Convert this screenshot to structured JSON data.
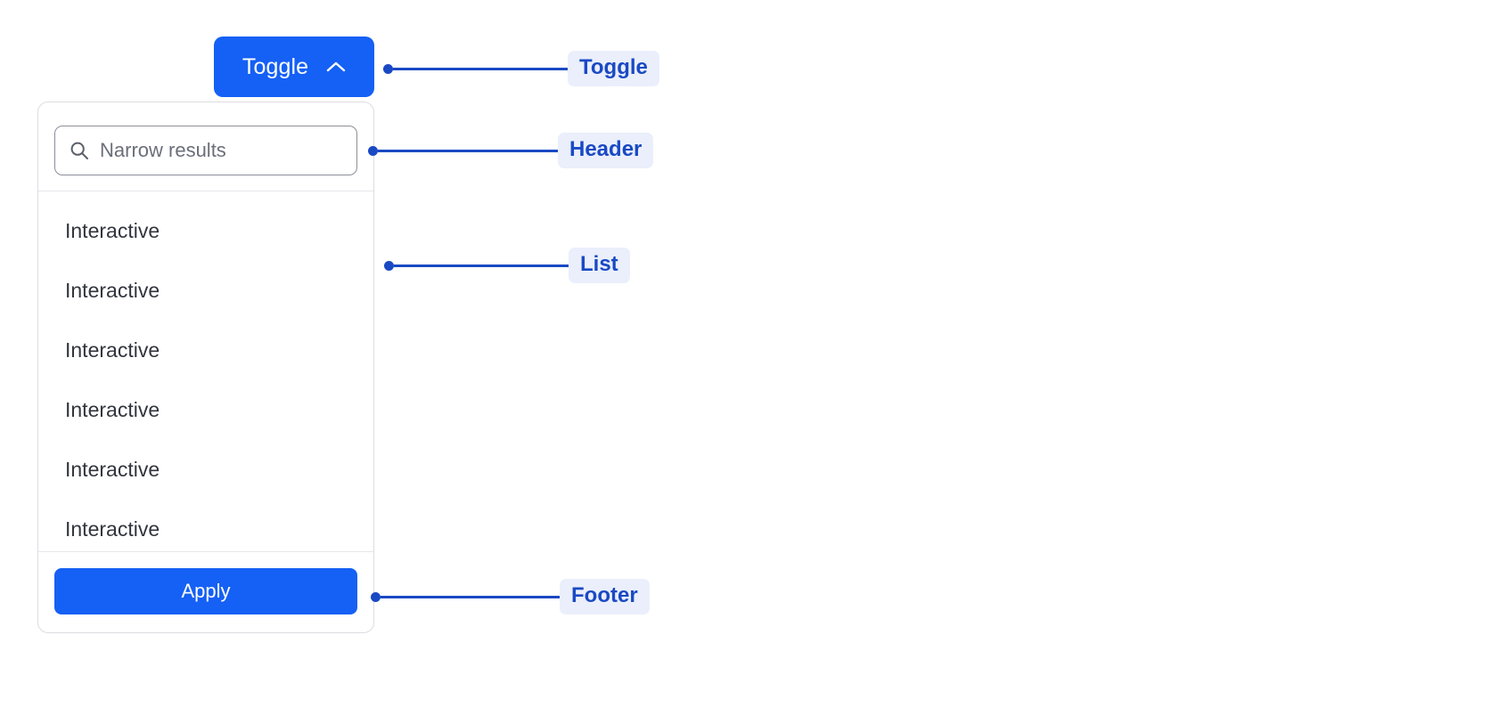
{
  "toggle": {
    "label": "Toggle",
    "icon": "chevron-up-icon",
    "expanded": true,
    "color": "#1560f5"
  },
  "panel": {
    "header": {
      "search": {
        "icon": "search-icon",
        "placeholder": "Narrow results",
        "value": ""
      }
    },
    "list": {
      "items": [
        {
          "label": "Interactive"
        },
        {
          "label": "Interactive"
        },
        {
          "label": "Interactive"
        },
        {
          "label": "Interactive"
        },
        {
          "label": "Interactive"
        },
        {
          "label": "Interactive"
        }
      ]
    },
    "footer": {
      "apply_label": "Apply"
    }
  },
  "annotations": [
    {
      "id": "toggle",
      "label": "Toggle"
    },
    {
      "id": "header",
      "label": "Header"
    },
    {
      "id": "list",
      "label": "List"
    },
    {
      "id": "footer",
      "label": "Footer"
    }
  ],
  "colors": {
    "accent": "#1560f5",
    "annotation_line": "#1a49c4",
    "annotation_badge_bg": "#eaeffb",
    "annotation_text": "#1a49c4",
    "panel_border": "#dcdde1",
    "list_text": "#32353d",
    "placeholder_text": "#6b6f79",
    "background": "#ffffff"
  }
}
